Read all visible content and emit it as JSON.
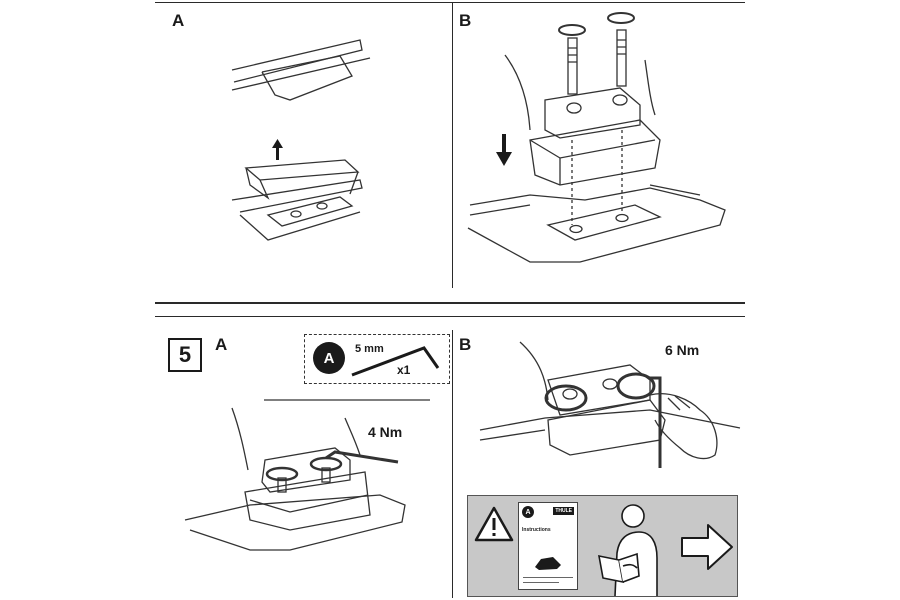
{
  "panels": {
    "top_left_label": "A",
    "top_right_label": "B",
    "step_number": "5",
    "bottom_left_label": "A",
    "bottom_right_label": "B"
  },
  "tool_box": {
    "badge": "A",
    "size": "5 mm",
    "quantity": "x1"
  },
  "torques": {
    "step_a": "4 Nm",
    "step_b": "6 Nm"
  },
  "info_box": {
    "manual_badge": "A",
    "manual_brand": "THULE",
    "manual_title": "Instructions",
    "warning_icon": "warning-triangle-icon",
    "next_icon": "arrow-right-icon"
  }
}
